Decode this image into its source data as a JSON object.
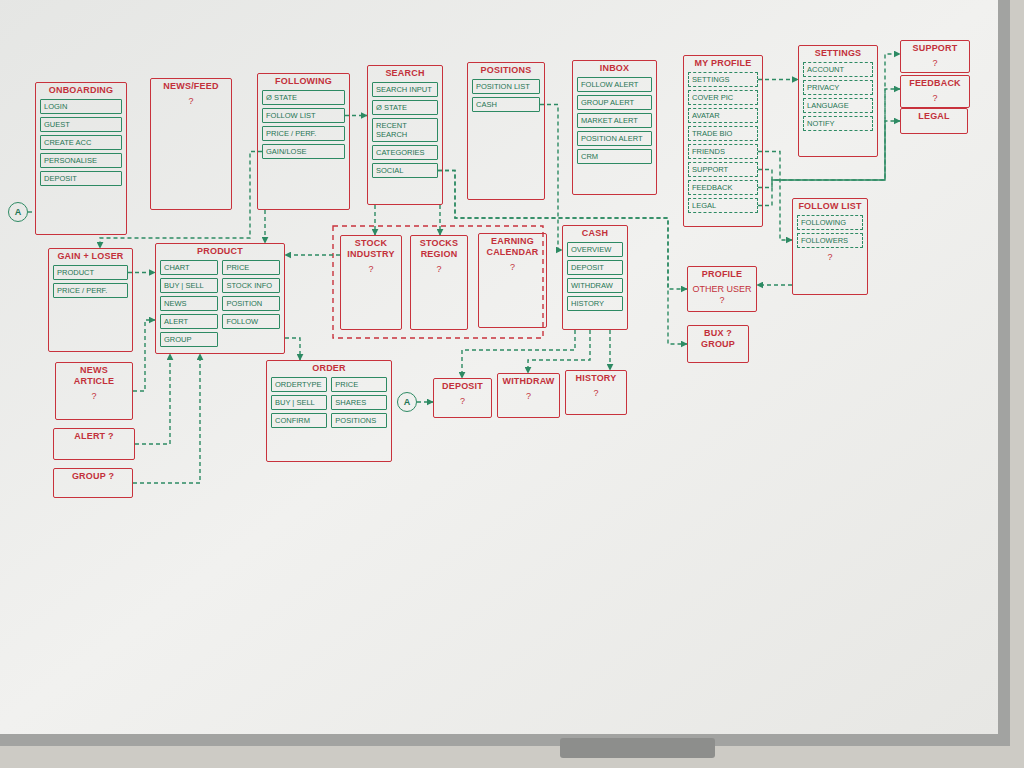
{
  "diagram": {
    "nodes": [
      {
        "text": [
          "ONBOARDING"
        ]
      },
      {
        "text": [
          "LOGIN"
        ],
        "in": 0
      },
      {
        "text": [
          "GUEST"
        ],
        "in": 0
      },
      {
        "text": [
          "CREATE ACC"
        ],
        "in": 0
      },
      {
        "text": [
          "PERSONALISE"
        ],
        "in": 0
      },
      {
        "text": [
          "DEPOSIT"
        ],
        "in": 0
      },
      {
        "text": [
          "NEWS/FEED",
          "?"
        ]
      },
      {
        "text": [
          "FOLLOWING"
        ]
      },
      {
        "text": [
          "Ø STATE"
        ],
        "in": 7
      },
      {
        "text": [
          "FOLLOW LIST"
        ],
        "in": 7
      },
      {
        "text": [
          "PRICE / PERF."
        ],
        "in": 7
      },
      {
        "text": [
          "GAIN/LOSE"
        ],
        "in": 7
      },
      {
        "text": [
          "SEARCH"
        ]
      },
      {
        "text": [
          "SEARCH INPUT"
        ],
        "in": 12
      },
      {
        "text": [
          "Ø STATE"
        ],
        "in": 12
      },
      {
        "text": [
          "RECENT SEARCH"
        ],
        "in": 12
      },
      {
        "text": [
          "CATEGORIES"
        ],
        "in": 12
      },
      {
        "text": [
          "SOCIAL"
        ],
        "in": 12
      },
      {
        "text": [
          "POSITIONS"
        ]
      },
      {
        "text": [
          "POSITION LIST"
        ],
        "in": 18
      },
      {
        "text": [
          "CASH"
        ],
        "in": 18
      },
      {
        "text": [
          "INBOX"
        ]
      },
      {
        "text": [
          "FOLLOW ALERT"
        ],
        "in": 21
      },
      {
        "text": [
          "GROUP ALERT"
        ],
        "in": 21
      },
      {
        "text": [
          "MARKET ALERT"
        ],
        "in": 21
      },
      {
        "text": [
          "POSITION ALERT"
        ],
        "in": 21
      },
      {
        "text": [
          "CRM"
        ],
        "in": 21
      },
      {
        "text": [
          "MY PROFILE"
        ]
      },
      {
        "text": [
          "SETTINGS"
        ],
        "in": 27
      },
      {
        "text": [
          "COVER PIC"
        ],
        "in": 27
      },
      {
        "text": [
          "AVATAR"
        ],
        "in": 27
      },
      {
        "text": [
          "TRADE BIO"
        ],
        "in": 27
      },
      {
        "text": [
          "FRIENDS"
        ],
        "in": 27
      },
      {
        "text": [
          "SUPPORT"
        ],
        "in": 27
      },
      {
        "text": [
          "FEEDBACK"
        ],
        "in": 27
      },
      {
        "text": [
          "LEGAL"
        ],
        "in": 27
      },
      {
        "text": [
          "SETTINGS"
        ]
      },
      {
        "text": [
          "ACCOUNT"
        ],
        "in": 36
      },
      {
        "text": [
          "PRIVACY"
        ],
        "in": 36
      },
      {
        "text": [
          "LANGUAGE"
        ],
        "in": 36
      },
      {
        "text": [
          "NOTIFY"
        ],
        "in": 36
      },
      {
        "text": [
          "SUPPORT",
          "?"
        ]
      },
      {
        "text": [
          "FEEDBACK",
          "?"
        ]
      },
      {
        "text": [
          "LEGAL"
        ]
      },
      {
        "text": [
          "A"
        ]
      },
      {
        "text": [
          "GAIN + LOSER"
        ]
      },
      {
        "text": [
          "PRODUCT"
        ],
        "in": 45
      },
      {
        "text": [
          "PRICE / PERF."
        ],
        "in": 45
      },
      {
        "text": [
          "PRODUCT"
        ]
      },
      {
        "text": [
          "CHART"
        ],
        "in": 48
      },
      {
        "text": [
          "PRICE"
        ],
        "in": 48
      },
      {
        "text": [
          "BUY | SELL"
        ],
        "in": 48
      },
      {
        "text": [
          "STOCK INFO"
        ],
        "in": 48
      },
      {
        "text": [
          "NEWS"
        ],
        "in": 48
      },
      {
        "text": [
          "POSITION"
        ],
        "in": 48
      },
      {
        "text": [
          "ALERT"
        ],
        "in": 48
      },
      {
        "text": [
          "FOLLOW"
        ],
        "in": 48
      },
      {
        "text": [
          "GROUP"
        ],
        "in": 48
      },
      {
        "text": [
          "STOCK INDUSTRY",
          "?"
        ]
      },
      {
        "text": [
          "STOCKS REGION",
          "?"
        ]
      },
      {
        "text": [
          "EARNING CALENDAR",
          "?"
        ]
      },
      {
        "text": [
          "CASH"
        ]
      },
      {
        "text": [
          "OVERVIEW"
        ],
        "in": 61
      },
      {
        "text": [
          "DEPOSIT"
        ],
        "in": 61
      },
      {
        "text": [
          "WITHDRAW"
        ],
        "in": 61
      },
      {
        "text": [
          "HISTORY"
        ],
        "in": 61
      },
      {
        "text": [
          "FOLLOW LIST",
          "?"
        ]
      },
      {
        "text": [
          "FOLLOWING"
        ],
        "in": 66
      },
      {
        "text": [
          "FOLLOWERS"
        ],
        "in": 66
      },
      {
        "text": [
          "PROFILE",
          "OTHER USER ?"
        ]
      },
      {
        "text": [
          "BUX ? GROUP"
        ]
      },
      {
        "text": [
          "NEWS ARTICLE",
          "?"
        ]
      },
      {
        "text": [
          "ALERT ?"
        ]
      },
      {
        "text": [
          "GROUP ?"
        ]
      },
      {
        "text": [
          "ORDER"
        ]
      },
      {
        "text": [
          "ORDERTYPE"
        ],
        "in": 74
      },
      {
        "text": [
          "PRICE"
        ],
        "in": 74
      },
      {
        "text": [
          "BUY | SELL"
        ],
        "in": 74
      },
      {
        "text": [
          "SHARES"
        ],
        "in": 74
      },
      {
        "text": [
          "CONFIRM"
        ],
        "in": 74
      },
      {
        "text": [
          "POSITIONS"
        ],
        "in": 74
      },
      {
        "text": [
          "A"
        ]
      },
      {
        "text": [
          "DEPOSIT",
          "?"
        ]
      },
      {
        "text": [
          "WITHDRAW",
          "?"
        ]
      },
      {
        "text": [
          "HISTORY",
          "?"
        ]
      }
    ],
    "edges": [
      {
        "from": 44,
        "to": 0,
        "arrow": "none"
      },
      {
        "from": 11,
        "to": 45,
        "arrow": "to"
      },
      {
        "from": 9,
        "to": 12,
        "arrow": "to"
      },
      {
        "from": 7,
        "to": 48,
        "arrow": "to"
      },
      {
        "from": 12,
        "to": 58,
        "arrow": "to"
      },
      {
        "from": 12,
        "to": 59,
        "arrow": "to"
      },
      {
        "from": 58,
        "to": 48,
        "arrow": "to"
      },
      {
        "from": 17,
        "to": 69,
        "arrow": "to"
      },
      {
        "from": 17,
        "to": 70,
        "arrow": "to"
      },
      {
        "from": 20,
        "to": 61,
        "arrow": "to"
      },
      {
        "from": 61,
        "to": 82,
        "arrow": "to"
      },
      {
        "from": 61,
        "to": 83,
        "arrow": "to"
      },
      {
        "from": 61,
        "to": 84,
        "arrow": "to"
      },
      {
        "from": 81,
        "to": 82,
        "arrow": "to"
      },
      {
        "from": 46,
        "to": 48,
        "arrow": "to"
      },
      {
        "from": 71,
        "to": 48,
        "arrow": "to"
      },
      {
        "from": 72,
        "to": 48,
        "arrow": "to"
      },
      {
        "from": 73,
        "to": 48,
        "arrow": "to"
      },
      {
        "from": 48,
        "to": 74,
        "arrow": "to"
      },
      {
        "from": 28,
        "to": 36,
        "arrow": "to"
      },
      {
        "from": 32,
        "to": 66,
        "arrow": "to"
      },
      {
        "from": 33,
        "to": 41,
        "arrow": "to"
      },
      {
        "from": 34,
        "to": 42,
        "arrow": "to"
      },
      {
        "from": 35,
        "to": 43,
        "arrow": "to"
      },
      {
        "from": 66,
        "to": 69,
        "arrow": "to"
      }
    ]
  }
}
